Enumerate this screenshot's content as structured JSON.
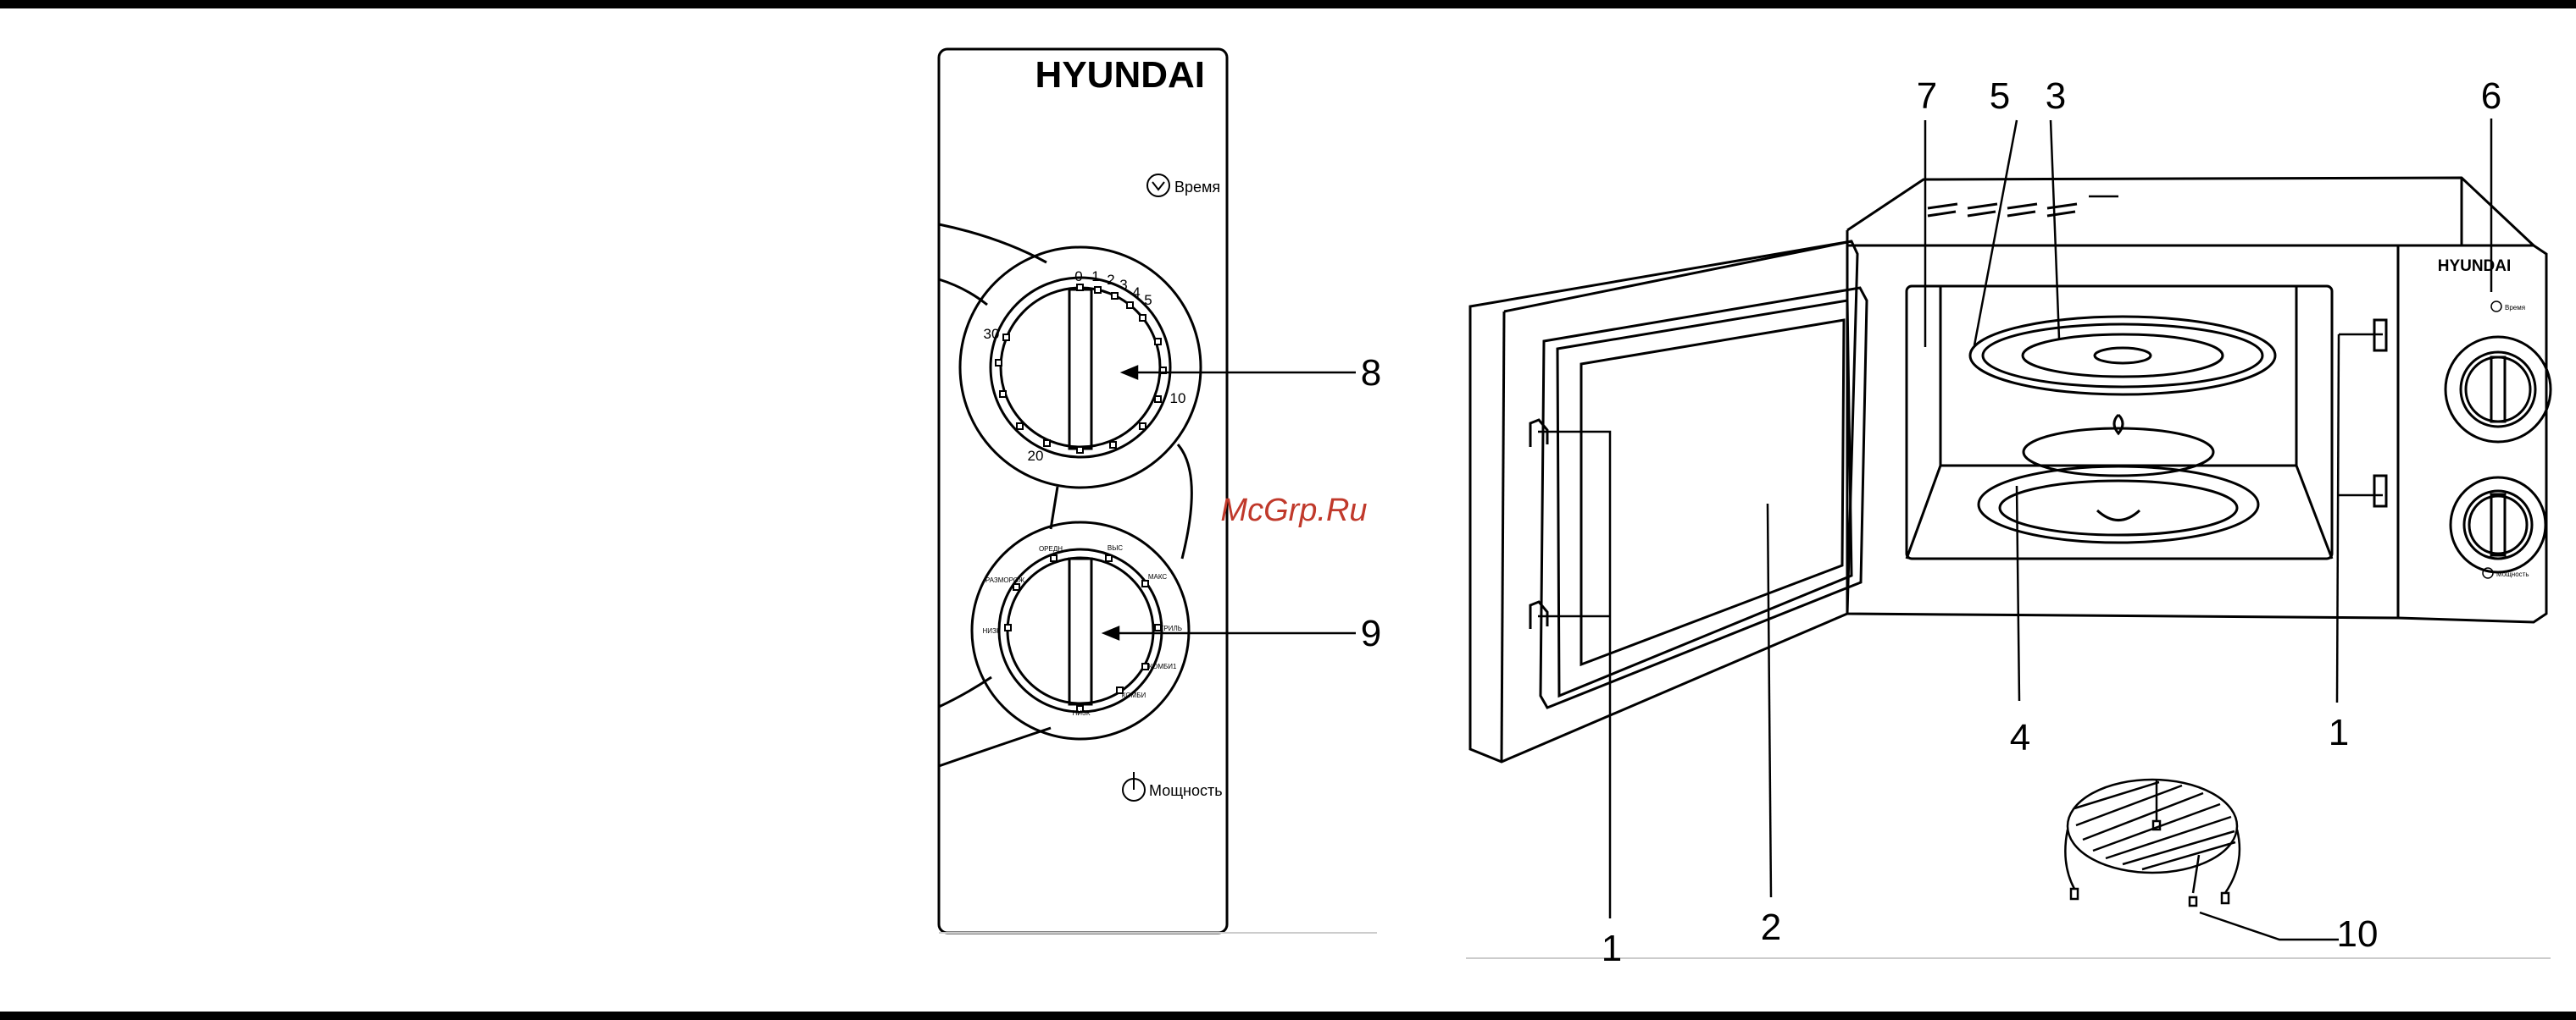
{
  "panel": {
    "brand": "HYUNDAI",
    "time_label": "Время",
    "power_label": "Мощность",
    "timer_ticks": [
      "0",
      "1",
      "2",
      "3",
      "4",
      "5",
      "10",
      "20",
      "30"
    ],
    "power_ticks": [
      "ОРЕДН",
      "ВЫС",
      "МАКС",
      "ГРИЛЬ",
      "КОМБИ1",
      "КОМБИ",
      "РАЗМОРОЖ",
      "НИЗК",
      "НИЗК"
    ]
  },
  "callouts": {
    "c1a": "1",
    "c1b": "1",
    "c2": "2",
    "c3": "3",
    "c4": "4",
    "c5": "5",
    "c6": "6",
    "c7": "7",
    "c8": "8",
    "c9": "9",
    "c10": "10"
  },
  "microwave": {
    "brand": "HYUNDAI",
    "time_label": "Время",
    "power_label": "Мощность"
  },
  "watermark": "McGrp.Ru"
}
